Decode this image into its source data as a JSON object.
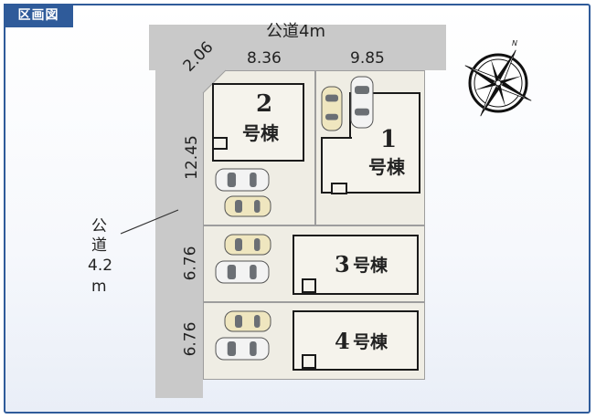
{
  "tag": "区画図",
  "roads": {
    "north_label": "公道4m",
    "west_label_lines": [
      "公",
      "道",
      "4.2",
      "m"
    ]
  },
  "dimensions": {
    "north_corner": "2.06",
    "north_left": "8.36",
    "north_right": "9.85",
    "west_lot_a": "12.45",
    "west_lot_3": "6.76",
    "west_lot_4": "6.76"
  },
  "buildings": [
    {
      "number": "2",
      "suffix": "号棟"
    },
    {
      "number": "1",
      "suffix": "号棟"
    },
    {
      "number": "3",
      "suffix": "号棟"
    },
    {
      "number": "4",
      "suffix": "号棟"
    }
  ],
  "compass": {
    "north_letter": "N"
  },
  "colors": {
    "accent": "#2f5b9a",
    "road": "#c9c9c9",
    "lot": "#efede4",
    "outline": "#1a1a1a"
  },
  "icons": {
    "compass": "compass-rose-icon",
    "car": "car-icon"
  }
}
